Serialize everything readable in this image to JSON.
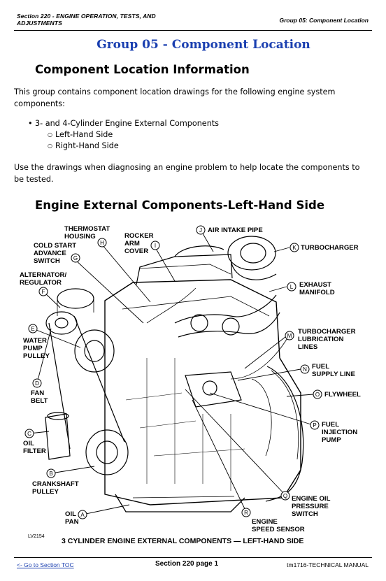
{
  "header": {
    "section_line1": "Section 220 - ENGINE OPERATION, TESTS, AND",
    "section_line2": "ADJUSTMENTS",
    "group": "Group 05: Component Location"
  },
  "page_title": "Group 05 - Component Location",
  "info_heading": "Component Location Information",
  "intro": "This group contains component location drawings for the following engine system components:",
  "list": {
    "item": "3- and 4-Cylinder Engine External Components",
    "sub_items": [
      "Left-Hand Side",
      "Right-Hand Side"
    ]
  },
  "usage": "Use the drawings when diagnosing an engine problem to help locate the components to be tested.",
  "figure_heading": "Engine External Components-Left-Hand Side",
  "figure": {
    "code": "LV2154",
    "caption": "3 CYLINDER ENGINE EXTERNAL COMPONENTS — LEFT-HAND SIDE",
    "callouts": {
      "A": [
        "OIL",
        "PAN"
      ],
      "B": [
        "CRANKSHAFT",
        "PULLEY"
      ],
      "C": [
        "OIL",
        "FILTER"
      ],
      "D": [
        "FAN",
        "BELT"
      ],
      "E": [
        "WATER",
        "PUMP",
        "PULLEY"
      ],
      "F": [
        "ALTERNATOR/",
        "REGULATOR"
      ],
      "G": [
        "COLD START",
        "ADVANCE",
        "SWITCH"
      ],
      "H": [
        "THERMOSTAT",
        "HOUSING"
      ],
      "I": [
        "ROCKER",
        "ARM",
        "COVER"
      ],
      "J": [
        "AIR INTAKE PIPE"
      ],
      "K": [
        "TURBOCHARGER"
      ],
      "L": [
        "EXHAUST",
        "MANIFOLD"
      ],
      "M": [
        "TURBOCHARGER",
        "LUBRICATION",
        "LINES"
      ],
      "N": [
        "FUEL",
        "SUPPLY LINE"
      ],
      "O": [
        "FLYWHEEL"
      ],
      "P": [
        "FUEL",
        "INJECTION",
        "PUMP"
      ],
      "Q": [
        "ENGINE OIL",
        "PRESSURE",
        "SWITCH"
      ],
      "R": [
        "ENGINE",
        "SPEED SENSOR"
      ]
    }
  },
  "footer": {
    "toc_link": "<- Go to Section TOC",
    "page": "Section 220 page 1",
    "manual": "tm1716-TECHNICAL MANUAL"
  }
}
